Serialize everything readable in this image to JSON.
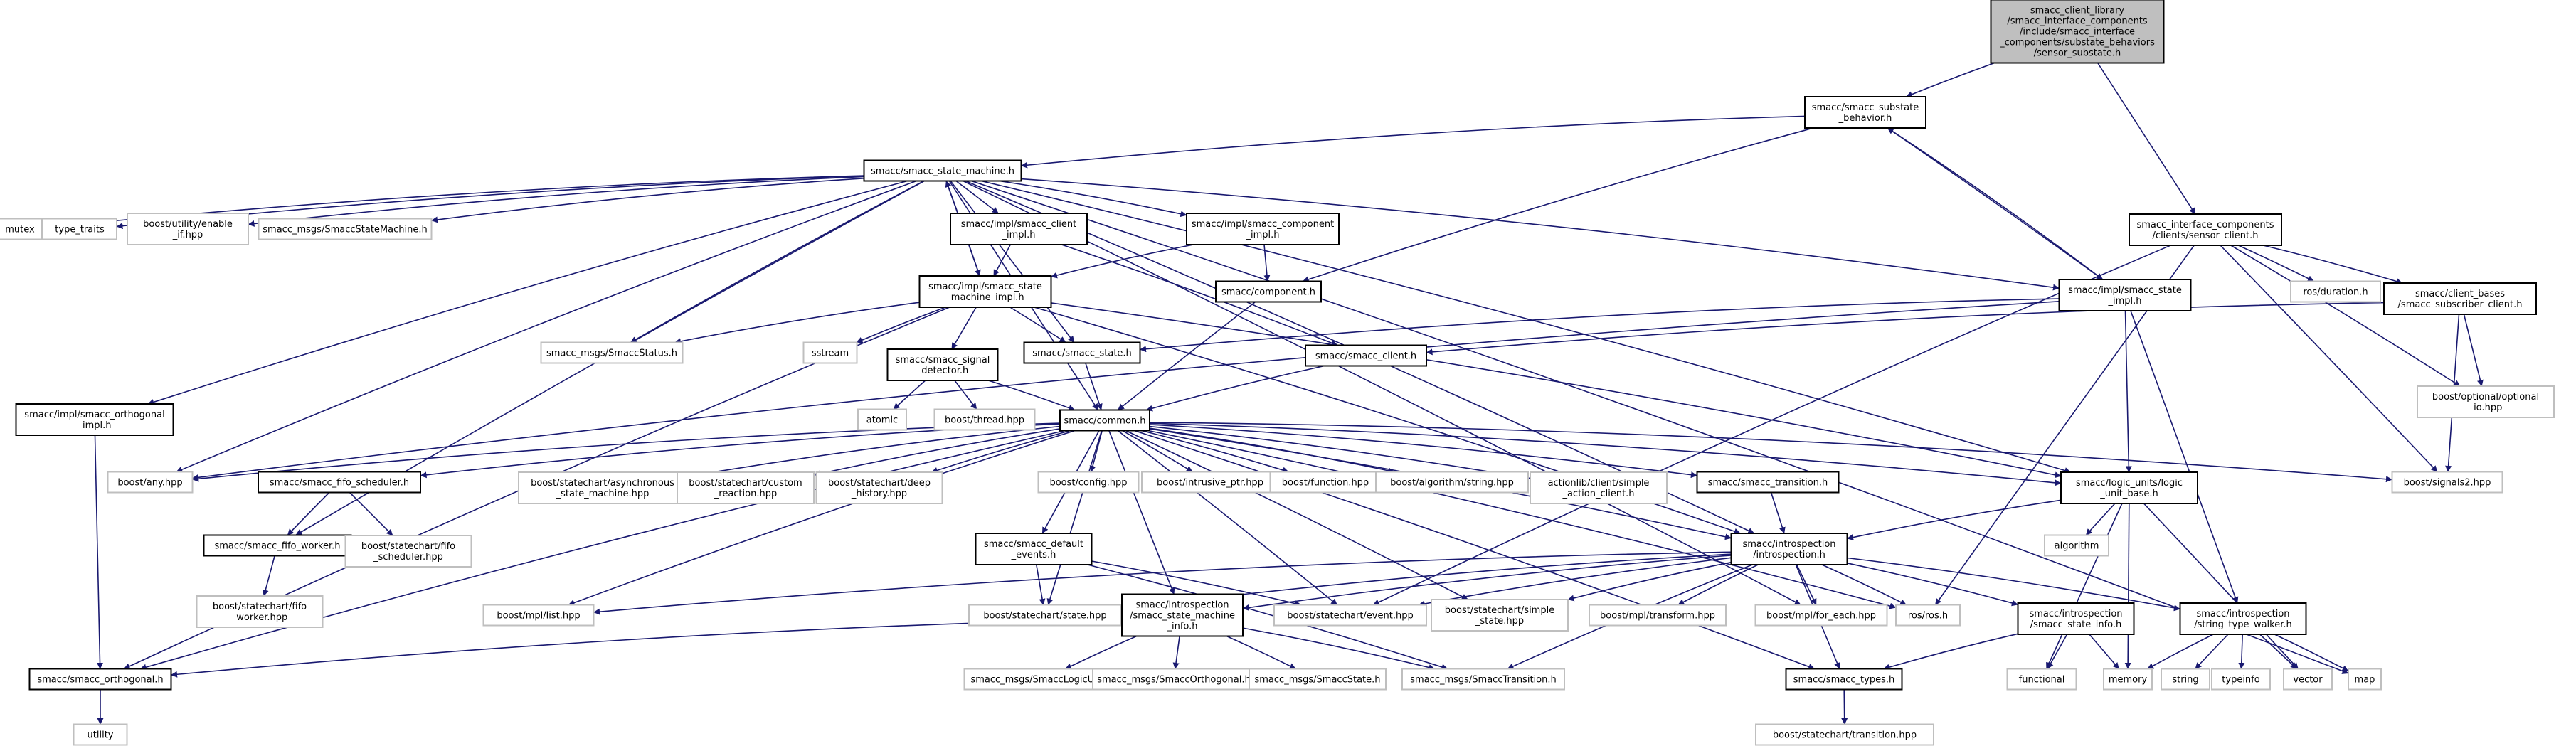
{
  "diagram": {
    "type": "include-dependency-graph",
    "colors": {
      "edge": "#191970",
      "root_fill": "#bfbfbf",
      "node_border": "#000000",
      "external_border": "#bfbfbf"
    },
    "nodes": [
      {
        "id": "root",
        "kind": "root",
        "lines": [
          "smacc_client_library",
          "/smacc_interface_components",
          "/include/smacc_interface",
          "_components/substate_behaviors",
          "/sensor_substate.h"
        ]
      },
      {
        "id": "sub_beh",
        "kind": "inc",
        "lines": [
          "smacc/smacc_substate",
          "_behavior.h"
        ]
      },
      {
        "id": "sensor_client",
        "kind": "inc",
        "lines": [
          "smacc_interface_components",
          "/clients/sensor_client.h"
        ]
      },
      {
        "id": "ssm",
        "kind": "inc",
        "lines": [
          "smacc/smacc_state_machine.h"
        ]
      },
      {
        "id": "mutex",
        "kind": "ext",
        "lines": [
          "mutex"
        ]
      },
      {
        "id": "type_traits",
        "kind": "ext",
        "lines": [
          "type_traits"
        ]
      },
      {
        "id": "enable_if",
        "kind": "ext",
        "lines": [
          "boost/utility/enable",
          "_if.hpp"
        ]
      },
      {
        "id": "msg_ssm",
        "kind": "ext",
        "lines": [
          "smacc_msgs/SmaccStateMachine.h"
        ]
      },
      {
        "id": "client_impl",
        "kind": "inc",
        "lines": [
          "smacc/impl/smacc_client",
          "_impl.h"
        ]
      },
      {
        "id": "component_impl",
        "kind": "inc",
        "lines": [
          "smacc/impl/smacc_component",
          "_impl.h"
        ]
      },
      {
        "id": "ssm_impl",
        "kind": "inc",
        "lines": [
          "smacc/impl/smacc_state",
          "_machine_impl.h"
        ]
      },
      {
        "id": "component",
        "kind": "inc",
        "lines": [
          "smacc/component.h"
        ]
      },
      {
        "id": "state_impl",
        "kind": "inc",
        "lines": [
          "smacc/impl/smacc_state",
          "_impl.h"
        ]
      },
      {
        "id": "ros_duration",
        "kind": "ext",
        "lines": [
          "ros/duration.h"
        ]
      },
      {
        "id": "subscriber_client",
        "kind": "inc",
        "lines": [
          "smacc/client_bases",
          "/smacc_subscriber_client.h"
        ]
      },
      {
        "id": "msg_status",
        "kind": "ext",
        "lines": [
          "smacc_msgs/SmaccStatus.h"
        ]
      },
      {
        "id": "sstream",
        "kind": "ext",
        "lines": [
          "sstream"
        ]
      },
      {
        "id": "signal_detector",
        "kind": "inc",
        "lines": [
          "smacc/smacc_signal",
          "_detector.h"
        ]
      },
      {
        "id": "smacc_state",
        "kind": "inc",
        "lines": [
          "smacc/smacc_state.h"
        ]
      },
      {
        "id": "smacc_client",
        "kind": "inc",
        "lines": [
          "smacc/smacc_client.h"
        ]
      },
      {
        "id": "optional_io",
        "kind": "ext",
        "lines": [
          "boost/optional/optional",
          "_io.hpp"
        ]
      },
      {
        "id": "orthogonal_impl",
        "kind": "inc",
        "lines": [
          "smacc/impl/smacc_orthogonal",
          "_impl.h"
        ]
      },
      {
        "id": "atomic",
        "kind": "ext",
        "lines": [
          "atomic"
        ]
      },
      {
        "id": "thread",
        "kind": "ext",
        "lines": [
          "boost/thread.hpp"
        ]
      },
      {
        "id": "common",
        "kind": "inc",
        "lines": [
          "smacc/common.h"
        ]
      },
      {
        "id": "any",
        "kind": "ext",
        "lines": [
          "boost/any.hpp"
        ]
      },
      {
        "id": "fifo_sched",
        "kind": "inc",
        "lines": [
          "smacc/smacc_fifo_scheduler.h"
        ]
      },
      {
        "id": "async_sm",
        "kind": "ext",
        "lines": [
          "boost/statechart/asynchronous",
          "_state_machine.hpp"
        ]
      },
      {
        "id": "custom_reaction",
        "kind": "ext",
        "lines": [
          "boost/statechart/custom",
          "_reaction.hpp"
        ]
      },
      {
        "id": "deep_history",
        "kind": "ext",
        "lines": [
          "boost/statechart/deep",
          "_history.hpp"
        ]
      },
      {
        "id": "config",
        "kind": "ext",
        "lines": [
          "boost/config.hpp"
        ]
      },
      {
        "id": "intrusive",
        "kind": "ext",
        "lines": [
          "boost/intrusive_ptr.hpp"
        ]
      },
      {
        "id": "function",
        "kind": "ext",
        "lines": [
          "boost/function.hpp"
        ]
      },
      {
        "id": "algo_string",
        "kind": "ext",
        "lines": [
          "boost/algorithm/string.hpp"
        ]
      },
      {
        "id": "simple_action",
        "kind": "ext",
        "lines": [
          "actionlib/client/simple",
          "_action_client.h"
        ]
      },
      {
        "id": "smacc_transition",
        "kind": "inc",
        "lines": [
          "smacc/smacc_transition.h"
        ]
      },
      {
        "id": "logic_unit",
        "kind": "inc",
        "lines": [
          "smacc/logic_units/logic",
          "_unit_base.h"
        ]
      },
      {
        "id": "signals2",
        "kind": "ext",
        "lines": [
          "boost/signals2.hpp"
        ]
      },
      {
        "id": "fifo_worker",
        "kind": "inc",
        "lines": [
          "smacc/smacc_fifo_worker.h"
        ]
      },
      {
        "id": "fifo_sched_hpp",
        "kind": "ext",
        "lines": [
          "boost/statechart/fifo",
          "_scheduler.hpp"
        ]
      },
      {
        "id": "default_events",
        "kind": "inc",
        "lines": [
          "smacc/smacc_default",
          "_events.h"
        ]
      },
      {
        "id": "introspection",
        "kind": "inc",
        "lines": [
          "smacc/introspection",
          "/introspection.h"
        ]
      },
      {
        "id": "algorithm",
        "kind": "ext",
        "lines": [
          "algorithm"
        ]
      },
      {
        "id": "fifo_worker_hpp",
        "kind": "ext",
        "lines": [
          "boost/statechart/fifo",
          "_worker.hpp"
        ]
      },
      {
        "id": "mpl_list",
        "kind": "ext",
        "lines": [
          "boost/mpl/list.hpp"
        ]
      },
      {
        "id": "state_hpp",
        "kind": "ext",
        "lines": [
          "boost/statechart/state.hpp"
        ]
      },
      {
        "id": "sm_info",
        "kind": "inc",
        "lines": [
          "smacc/introspection",
          "/smacc_state_machine",
          "_info.h"
        ]
      },
      {
        "id": "event_hpp",
        "kind": "ext",
        "lines": [
          "boost/statechart/event.hpp"
        ]
      },
      {
        "id": "simple_state",
        "kind": "ext",
        "lines": [
          "boost/statechart/simple",
          "_state.hpp"
        ]
      },
      {
        "id": "mpl_transform",
        "kind": "ext",
        "lines": [
          "boost/mpl/transform.hpp"
        ]
      },
      {
        "id": "mpl_for_each",
        "kind": "ext",
        "lines": [
          "boost/mpl/for_each.hpp"
        ]
      },
      {
        "id": "ros_h",
        "kind": "ext",
        "lines": [
          "ros/ros.h"
        ]
      },
      {
        "id": "state_info",
        "kind": "inc",
        "lines": [
          "smacc/introspection",
          "/smacc_state_info.h"
        ]
      },
      {
        "id": "type_walker",
        "kind": "inc",
        "lines": [
          "smacc/introspection",
          "/string_type_walker.h"
        ]
      },
      {
        "id": "orthogonal",
        "kind": "inc",
        "lines": [
          "smacc/smacc_orthogonal.h"
        ]
      },
      {
        "id": "msg_logic",
        "kind": "ext",
        "lines": [
          "smacc_msgs/SmaccLogicUnit.h"
        ]
      },
      {
        "id": "msg_orth",
        "kind": "ext",
        "lines": [
          "smacc_msgs/SmaccOrthogonal.h"
        ]
      },
      {
        "id": "msg_state",
        "kind": "ext",
        "lines": [
          "smacc_msgs/SmaccState.h"
        ]
      },
      {
        "id": "msg_trans",
        "kind": "ext",
        "lines": [
          "smacc_msgs/SmaccTransition.h"
        ]
      },
      {
        "id": "smacc_types",
        "kind": "inc",
        "lines": [
          "smacc/smacc_types.h"
        ]
      },
      {
        "id": "functional",
        "kind": "ext",
        "lines": [
          "functional"
        ]
      },
      {
        "id": "memory",
        "kind": "ext",
        "lines": [
          "memory"
        ]
      },
      {
        "id": "string",
        "kind": "ext",
        "lines": [
          "string"
        ]
      },
      {
        "id": "typeinfo",
        "kind": "ext",
        "lines": [
          "typeinfo"
        ]
      },
      {
        "id": "vector",
        "kind": "ext",
        "lines": [
          "vector"
        ]
      },
      {
        "id": "map",
        "kind": "ext",
        "lines": [
          "map"
        ]
      },
      {
        "id": "utility",
        "kind": "ext",
        "lines": [
          "utility"
        ]
      },
      {
        "id": "sc_transition",
        "kind": "ext",
        "lines": [
          "boost/statechart/transition.hpp"
        ]
      }
    ],
    "edges": [
      [
        "root",
        "sub_beh"
      ],
      [
        "root",
        "sensor_client"
      ],
      [
        "sub_beh",
        "ssm"
      ],
      [
        "sub_beh",
        "component"
      ],
      [
        "sub_beh",
        "state_impl"
      ],
      [
        "ssm",
        "mutex"
      ],
      [
        "ssm",
        "type_traits"
      ],
      [
        "ssm",
        "enable_if"
      ],
      [
        "ssm",
        "msg_ssm"
      ],
      [
        "ssm",
        "client_impl"
      ],
      [
        "ssm",
        "component_impl"
      ],
      [
        "ssm",
        "ssm_impl"
      ],
      [
        "ssm",
        "state_impl"
      ],
      [
        "ssm",
        "msg_status"
      ],
      [
        "ssm",
        "smacc_state"
      ],
      [
        "ssm",
        "orthogonal_impl"
      ],
      [
        "ssm",
        "common"
      ],
      [
        "ssm",
        "any"
      ],
      [
        "ssm",
        "logic_unit"
      ],
      [
        "ssm",
        "introspection"
      ],
      [
        "ssm",
        "map"
      ],
      [
        "ssm",
        "mpl_for_each"
      ],
      [
        "ssm",
        "fifo_worker"
      ],
      [
        "client_impl",
        "ssm_impl"
      ],
      [
        "client_impl",
        "smacc_client"
      ],
      [
        "component_impl",
        "component"
      ],
      [
        "component_impl",
        "ssm_impl"
      ],
      [
        "ssm_impl",
        "ssm"
      ],
      [
        "ssm_impl",
        "msg_status"
      ],
      [
        "ssm_impl",
        "sstream"
      ],
      [
        "ssm_impl",
        "signal_detector"
      ],
      [
        "ssm_impl",
        "smacc_state"
      ],
      [
        "ssm_impl",
        "orthogonal"
      ],
      [
        "ssm_impl",
        "introspection"
      ],
      [
        "ssm_impl",
        "logic_unit"
      ],
      [
        "component",
        "common"
      ],
      [
        "state_impl",
        "sub_beh"
      ],
      [
        "state_impl",
        "smacc_state"
      ],
      [
        "state_impl",
        "logic_unit"
      ],
      [
        "state_impl",
        "type_walker"
      ],
      [
        "state_impl",
        "any"
      ],
      [
        "sensor_client",
        "ros_duration"
      ],
      [
        "sensor_client",
        "subscriber_client"
      ],
      [
        "sensor_client",
        "optional_io"
      ],
      [
        "sensor_client",
        "signals2"
      ],
      [
        "sensor_client",
        "ros_h"
      ],
      [
        "sensor_client",
        "event_hpp"
      ],
      [
        "subscriber_client",
        "smacc_client"
      ],
      [
        "subscriber_client",
        "optional_io"
      ],
      [
        "subscriber_client",
        "signals2"
      ],
      [
        "smacc_client",
        "common"
      ],
      [
        "signal_detector",
        "atomic"
      ],
      [
        "signal_detector",
        "thread"
      ],
      [
        "signal_detector",
        "common"
      ],
      [
        "smacc_state",
        "common"
      ],
      [
        "orthogonal_impl",
        "orthogonal"
      ],
      [
        "common",
        "any"
      ],
      [
        "common",
        "fifo_sched"
      ],
      [
        "common",
        "async_sm"
      ],
      [
        "common",
        "custom_reaction"
      ],
      [
        "common",
        "deep_history"
      ],
      [
        "common",
        "config"
      ],
      [
        "common",
        "intrusive"
      ],
      [
        "common",
        "function"
      ],
      [
        "common",
        "algo_string"
      ],
      [
        "common",
        "simple_action"
      ],
      [
        "common",
        "smacc_transition"
      ],
      [
        "common",
        "signals2"
      ],
      [
        "common",
        "logic_unit"
      ],
      [
        "common",
        "default_events"
      ],
      [
        "common",
        "introspection"
      ],
      [
        "common",
        "mpl_list"
      ],
      [
        "common",
        "state_hpp"
      ],
      [
        "common",
        "sm_info"
      ],
      [
        "common",
        "event_hpp"
      ],
      [
        "common",
        "simple_state"
      ],
      [
        "common",
        "ros_h"
      ],
      [
        "common",
        "smacc_types"
      ],
      [
        "common",
        "orthogonal"
      ],
      [
        "fifo_sched",
        "fifo_worker"
      ],
      [
        "fifo_sched",
        "fifo_sched_hpp"
      ],
      [
        "fifo_worker",
        "fifo_worker_hpp"
      ],
      [
        "smacc_transition",
        "introspection"
      ],
      [
        "logic_unit",
        "introspection"
      ],
      [
        "logic_unit",
        "algorithm"
      ],
      [
        "logic_unit",
        "functional"
      ],
      [
        "logic_unit",
        "memory"
      ],
      [
        "logic_unit",
        "vector"
      ],
      [
        "default_events",
        "state_hpp"
      ],
      [
        "default_events",
        "event_hpp"
      ],
      [
        "default_events",
        "msg_trans"
      ],
      [
        "introspection",
        "mpl_list"
      ],
      [
        "introspection",
        "state_hpp"
      ],
      [
        "introspection",
        "sm_info"
      ],
      [
        "introspection",
        "event_hpp"
      ],
      [
        "introspection",
        "simple_state"
      ],
      [
        "introspection",
        "mpl_transform"
      ],
      [
        "introspection",
        "mpl_for_each"
      ],
      [
        "introspection",
        "ros_h"
      ],
      [
        "introspection",
        "state_info"
      ],
      [
        "introspection",
        "type_walker"
      ],
      [
        "introspection",
        "smacc_types"
      ],
      [
        "introspection",
        "msg_trans"
      ],
      [
        "sm_info",
        "orthogonal"
      ],
      [
        "sm_info",
        "msg_logic"
      ],
      [
        "sm_info",
        "msg_orth"
      ],
      [
        "sm_info",
        "msg_state"
      ],
      [
        "sm_info",
        "msg_trans"
      ],
      [
        "state_info",
        "smacc_types"
      ],
      [
        "state_info",
        "functional"
      ],
      [
        "state_info",
        "memory"
      ],
      [
        "type_walker",
        "memory"
      ],
      [
        "type_walker",
        "string"
      ],
      [
        "type_walker",
        "typeinfo"
      ],
      [
        "type_walker",
        "vector"
      ],
      [
        "type_walker",
        "map"
      ],
      [
        "orthogonal",
        "utility"
      ],
      [
        "smacc_types",
        "sc_transition"
      ]
    ]
  }
}
